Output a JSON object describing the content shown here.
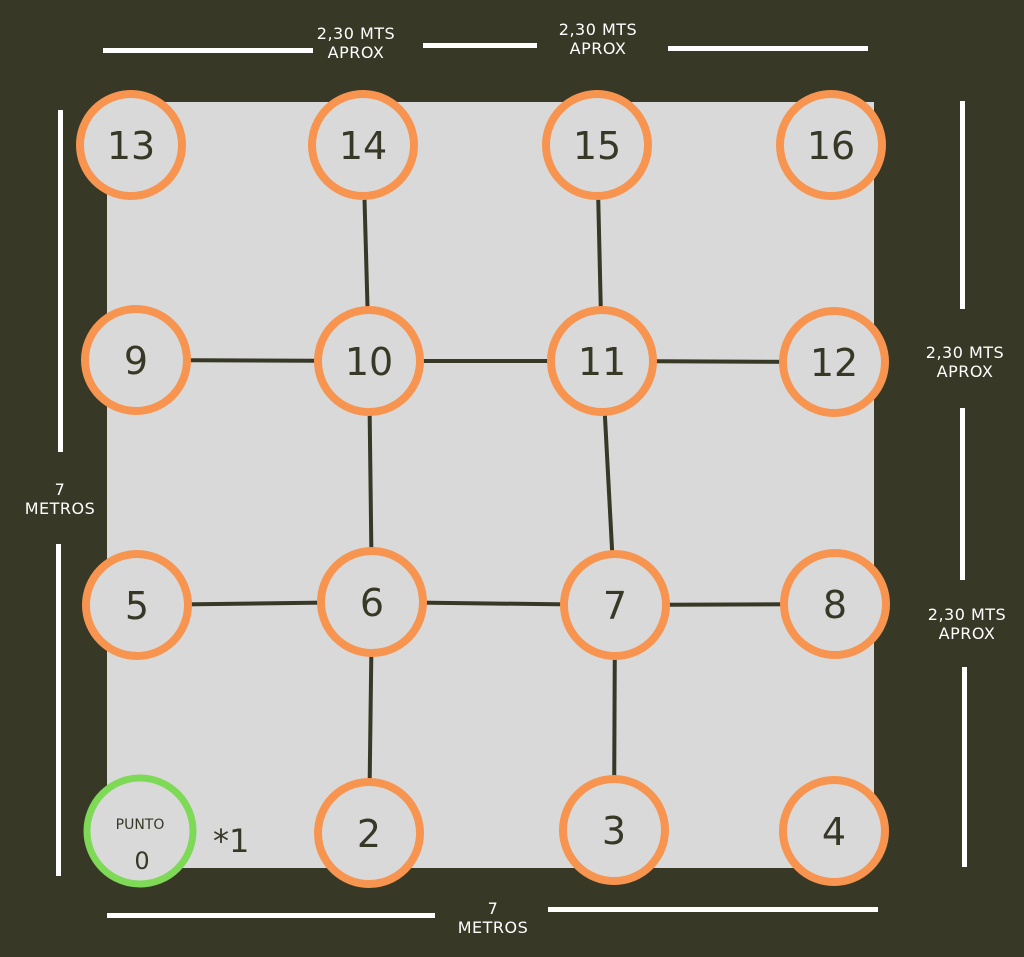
{
  "dimensions": {
    "top_left": {
      "line1": "2,30 MTS",
      "line2": "APROX"
    },
    "top_right": {
      "line1": "2,30 MTS",
      "line2": "APROX"
    },
    "right_upper": {
      "line1": "2,30 MTS",
      "line2": "APROX"
    },
    "right_lower": {
      "line1": "2,30 MTS",
      "line2": "APROX"
    },
    "left": {
      "line1": "7",
      "line2": "METROS"
    },
    "bottom": {
      "line1": "7",
      "line2": "METROS"
    }
  },
  "points": [
    {
      "id": 13,
      "label": "13"
    },
    {
      "id": 14,
      "label": "14"
    },
    {
      "id": 15,
      "label": "15"
    },
    {
      "id": 16,
      "label": "16"
    },
    {
      "id": 9,
      "label": "9"
    },
    {
      "id": 10,
      "label": "10"
    },
    {
      "id": 11,
      "label": "11"
    },
    {
      "id": 12,
      "label": "12"
    },
    {
      "id": 5,
      "label": "5"
    },
    {
      "id": 6,
      "label": "6"
    },
    {
      "id": 7,
      "label": "7"
    },
    {
      "id": 8,
      "label": "8"
    },
    {
      "id": 2,
      "label": "2"
    },
    {
      "id": 3,
      "label": "3"
    },
    {
      "id": 4,
      "label": "4"
    }
  ],
  "start_point": {
    "label_top": "PUNTO",
    "label_bottom": "0"
  },
  "footnote": "*1",
  "connections": [
    [
      9,
      10
    ],
    [
      10,
      11
    ],
    [
      11,
      12
    ],
    [
      5,
      6
    ],
    [
      6,
      7
    ],
    [
      7,
      8
    ],
    [
      14,
      10
    ],
    [
      10,
      6
    ],
    [
      6,
      2
    ],
    [
      15,
      11
    ],
    [
      11,
      7
    ],
    [
      7,
      3
    ]
  ],
  "colors": {
    "background": "#373826",
    "field": "#d9d9d9",
    "node_ring": "#f79550",
    "start_ring": "#7ed957",
    "connector": "#373826",
    "text": "#373826",
    "dimension": "#ffffff"
  }
}
